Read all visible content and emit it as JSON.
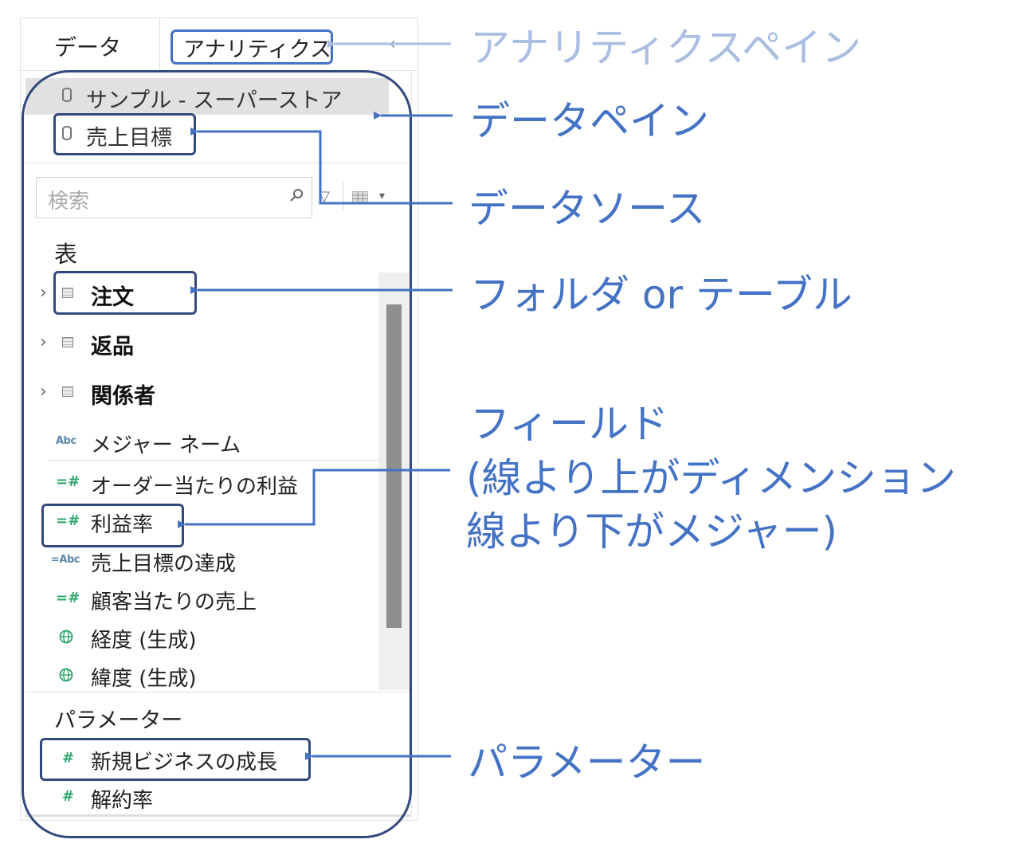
{
  "tabs": {
    "data_label": "データ",
    "analytics_label": "アナリティクス",
    "collapse_icon": "chevron-left-icon"
  },
  "data_sources": [
    {
      "label": "サンプル - スーパーストア",
      "icon": "database-icon",
      "selected": true
    },
    {
      "label": "売上目標",
      "icon": "database-icon",
      "selected": false
    }
  ],
  "search": {
    "placeholder": "検索",
    "icons": [
      "search-icon",
      "filter-icon",
      "grid-icon",
      "dropdown-arrow-icon"
    ]
  },
  "tables_section": {
    "heading": "表",
    "tables": [
      {
        "label": "注文",
        "icon": "table-icon"
      },
      {
        "label": "返品",
        "icon": "table-icon"
      },
      {
        "label": "関係者",
        "icon": "table-icon"
      }
    ],
    "dimension_fields": [
      {
        "label": "メジャー ネーム",
        "icon": "Abc"
      }
    ],
    "measure_fields": [
      {
        "label": "オーダー当たりの利益",
        "icon": "=#"
      },
      {
        "label": "利益率",
        "icon": "=#"
      },
      {
        "label": "売上目標の達成",
        "icon": "=Abc"
      },
      {
        "label": "顧客当たりの売上",
        "icon": "=#"
      },
      {
        "label": "経度 (生成)",
        "icon": "globe-icon"
      },
      {
        "label": "緯度 (生成)",
        "icon": "globe-icon"
      }
    ]
  },
  "parameters_section": {
    "heading": "パラメーター",
    "items": [
      {
        "label": "新規ビジネスの成長",
        "icon": "#"
      },
      {
        "label": "解約率",
        "icon": "#"
      }
    ]
  },
  "annotations": {
    "analytics_pane": "アナリティクスペイン",
    "data_pane": "データペイン",
    "data_source": "データソース",
    "folder_or_table": "フォルダ or テーブル",
    "field_line1": "フィールド",
    "field_line2": "(線より上がディメンション",
    "field_line3": "線より下がメジャー)",
    "parameter": "パラメーター"
  },
  "colors": {
    "annotation_blue": "#4472C4",
    "annotation_light_blue": "#A9BEE1",
    "outline_dark_blue": "#33497D",
    "measure_green": "#2EA66D",
    "dimension_blue": "#5B86A8"
  }
}
